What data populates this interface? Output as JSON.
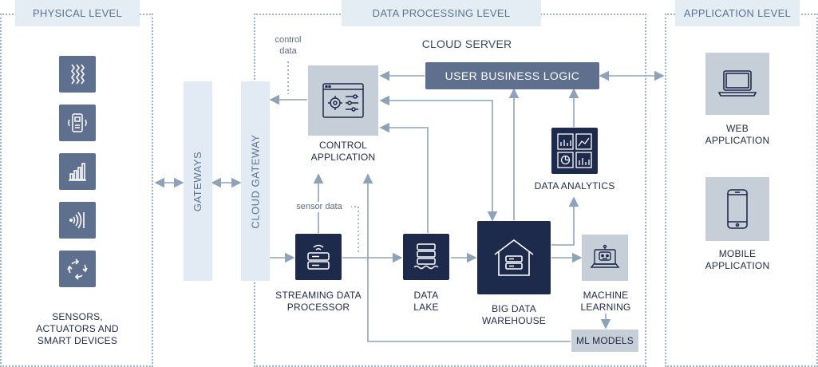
{
  "levels": {
    "physical": "PHYSICAL LEVEL",
    "processing": "DATA PROCESSING LEVEL",
    "application": "APPLICATION LEVEL"
  },
  "cloud_server": "CLOUD SERVER",
  "gateways": "GATEWAYS",
  "cloud_gateway": "CLOUD GATEWAY",
  "sensors": {
    "line1": "SENSORS,",
    "line2": "ACTUATORS AND",
    "line3": "SMART DEVICES",
    "icons": [
      "wave-sensor-icon",
      "thermostat-icon",
      "signal-bars-icon",
      "wireless-icon",
      "rotate-arrows-icon"
    ]
  },
  "control_data": {
    "line1": "control",
    "line2": "data"
  },
  "sensor_data": "sensor data",
  "nodes": {
    "user_business_logic": "USER BUSINESS LOGIC",
    "control_app": {
      "line1": "CONTROL",
      "line2": "APPLICATION"
    },
    "data_analytics": "DATA ANALYTICS",
    "streaming": {
      "line1": "STREAMING DATA",
      "line2": "PROCESSOR"
    },
    "data_lake": {
      "line1": "DATA",
      "line2": "LAKE"
    },
    "warehouse": {
      "line1": "BIG DATA",
      "line2": "WAREHOUSE"
    },
    "ml": {
      "line1": "MACHINE",
      "line2": "LEARNING"
    },
    "ml_models": "ML MODELS"
  },
  "apps": {
    "web": {
      "line1": "WEB",
      "line2": "APPLICATION"
    },
    "mobile": {
      "line1": "MOBILE",
      "line2": "APPLICATION"
    }
  },
  "colors": {
    "dark": "#1d2a4b",
    "mid": "#5f6f8e",
    "light": "#c6ced8",
    "pale": "#e2ebf4",
    "arrow": "#8ea3b8"
  }
}
